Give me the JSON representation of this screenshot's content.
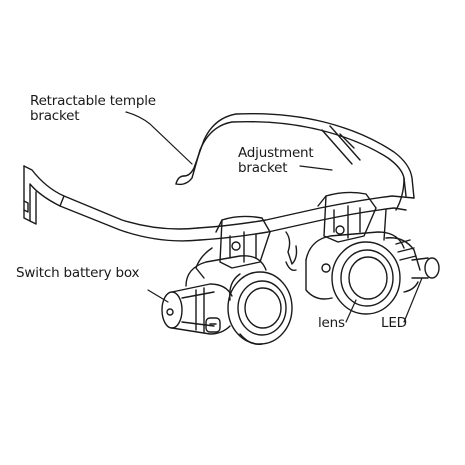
{
  "labels": {
    "temple_line1": "Retractable temple",
    "temple_line2": "bracket",
    "adjust_line1": "Adjustment",
    "adjust_line2": "bracket",
    "switch": "Switch battery box",
    "lens": "lens",
    "led": "LED"
  },
  "colors": {
    "stroke": "#1a1a1a",
    "background": "#ffffff"
  }
}
